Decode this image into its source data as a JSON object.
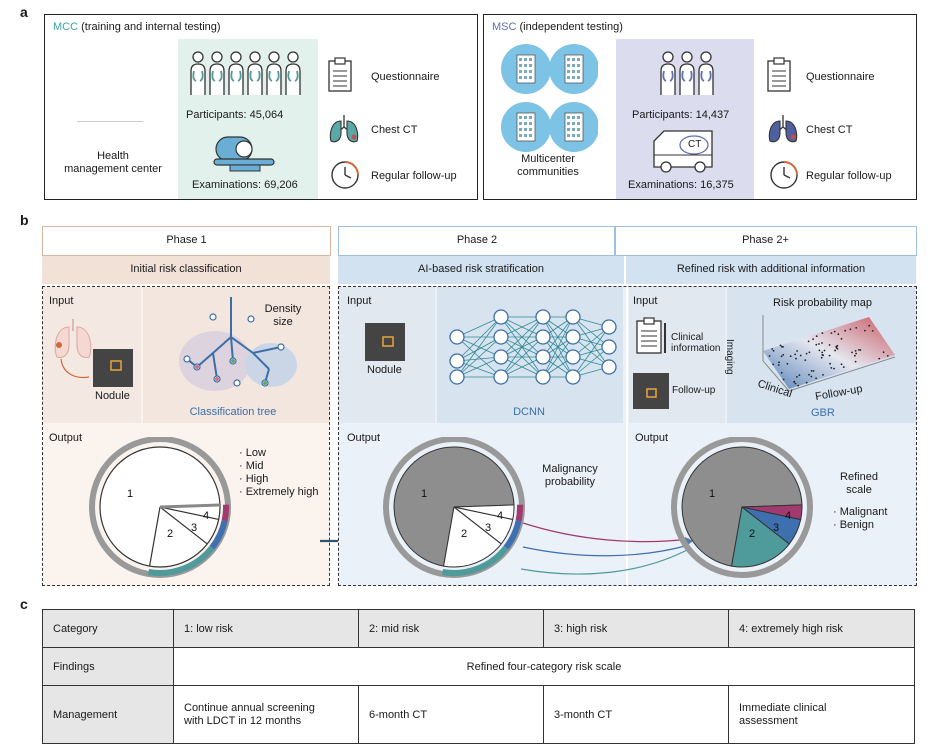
{
  "panel_a": {
    "label": "a",
    "mcc": {
      "title_tag": "MCC",
      "title_rest": " (training and internal testing)",
      "center_label": "Health\nmanagement center",
      "participants": "Participants: 45,064",
      "examinations": "Examinations: 69,206",
      "items": [
        "Questionnaire",
        "Chest CT",
        "Regular follow-up"
      ]
    },
    "msc": {
      "title_tag": "MSC",
      "title_rest": " (independent testing)",
      "center_label": "Multicenter\ncommunities",
      "participants": "Participants: 14,437",
      "examinations": "Examinations: 16,375",
      "ct_badge": "CT",
      "items": [
        "Questionnaire",
        "Chest CT",
        "Regular follow-up"
      ]
    }
  },
  "panel_b": {
    "label": "b",
    "phase1": {
      "header": "Phase 1",
      "subheader": "Initial risk classification",
      "input": "Input",
      "nodule": "Nodule",
      "density": "Density\nsize",
      "tree_caption": "Classification tree",
      "output": "Output",
      "legend": [
        "· Low",
        "· Mid",
        "· High",
        "· Extremely high"
      ]
    },
    "phase2": {
      "header": "Phase 2",
      "subheader": "AI-based risk stratification",
      "input": "Input",
      "nodule": "Nodule",
      "model_caption": "DCNN",
      "output": "Output",
      "prob_label": "Malignancy\nprobability"
    },
    "phase2plus": {
      "header": "Phase 2+",
      "subheader": "Refined risk with additional information",
      "input": "Input",
      "clinical": "Clinical\ninformation",
      "followup": "Follow-up",
      "map_title": "Risk probability map",
      "axis_imaging": "Imaging",
      "axis_clinical": "Clinical",
      "axis_followup": "Follow-up",
      "model_caption": "GBR",
      "output": "Output",
      "refined": "Refined\nscale",
      "legend": [
        "· Malignant",
        "· Benign"
      ]
    },
    "pie_labels": [
      "1",
      "2",
      "3",
      "4"
    ]
  },
  "panel_c": {
    "label": "c",
    "rows": [
      {
        "head": "Category",
        "cells": [
          "1: low risk",
          "2: mid risk",
          "3: high risk",
          "4: extremely high risk"
        ]
      },
      {
        "head": "Findings",
        "span": "Refined four-category risk scale"
      },
      {
        "head": "Management",
        "cells": [
          "Continue annual screening\nwith LDCT in 12 months",
          "6-month CT",
          "3-month CT",
          "Immediate clinical\nassessment"
        ]
      }
    ]
  },
  "colors": {
    "teal": "#4f9a9a",
    "blue": "#3e6fae",
    "magenta": "#a23a6f",
    "grey": "#8e8e8e",
    "mcc_bg": "#e3f1ed",
    "msc_bg": "#dcdcef",
    "phase1_bg": "#f5e9e1",
    "phase2_bg": "#e2ebf5"
  }
}
